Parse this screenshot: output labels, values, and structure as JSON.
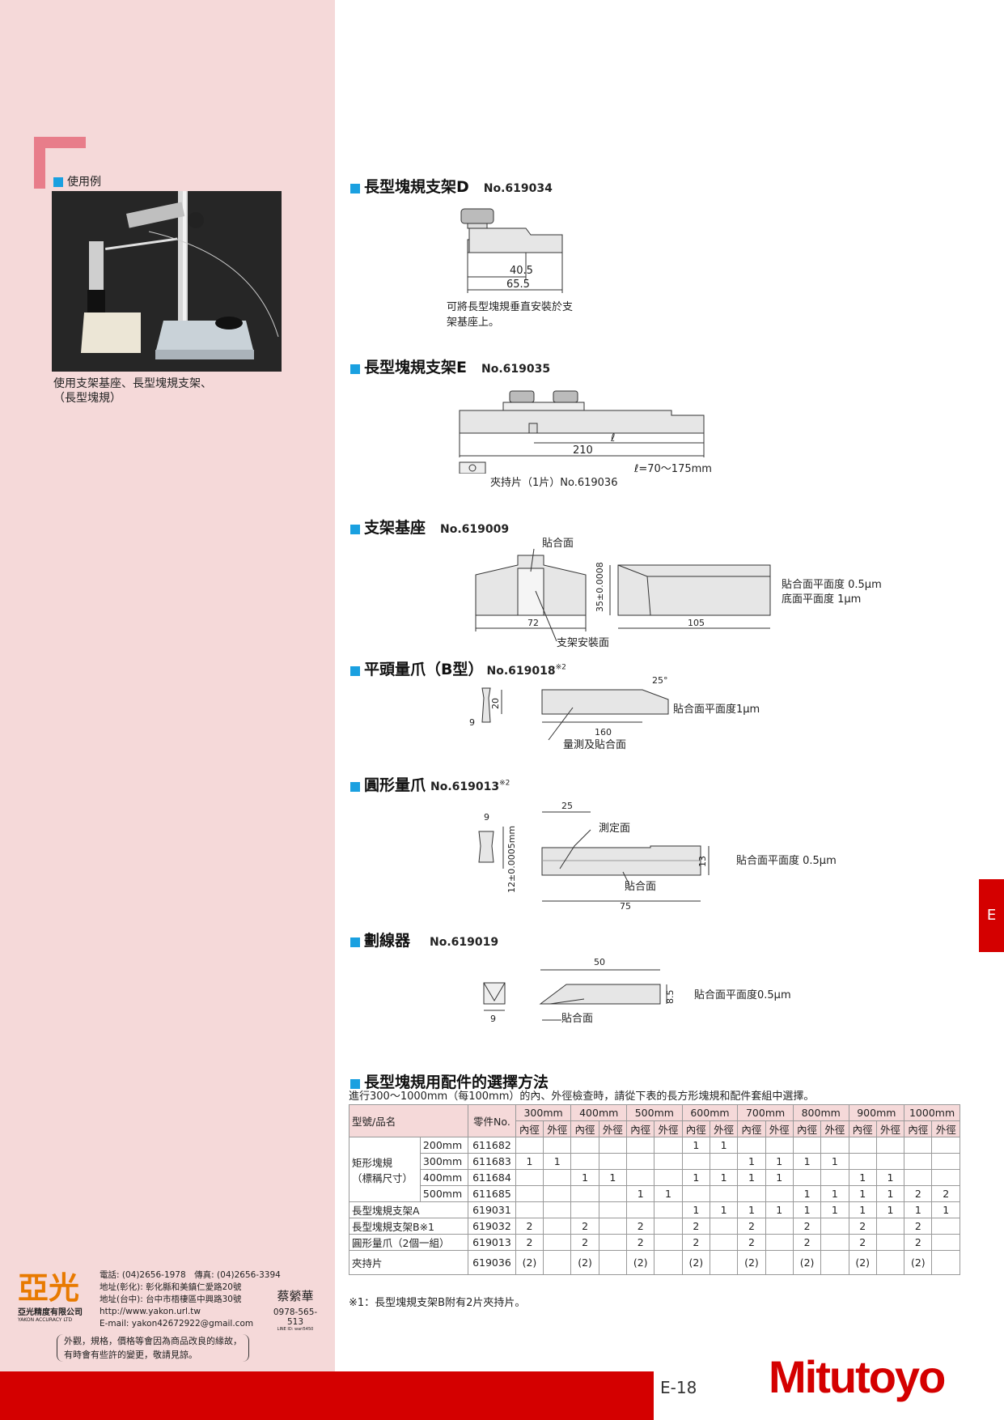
{
  "sidebar": {
    "usage_label": "使用例",
    "photo_caption_1": "使用支架基座、長型塊規支架、",
    "photo_caption_2": "（長型塊規）"
  },
  "sections": {
    "d": {
      "title": "長型塊規支架D",
      "no": "No.619034",
      "dim1": "40.5",
      "dim2": "65.5",
      "note1": "可將長型塊規垂直安裝於支",
      "note2": "架基座上。"
    },
    "e": {
      "title": "長型塊規支架E",
      "no": "No.619035",
      "dim1": "210",
      "dim_l": "ℓ",
      "range": "ℓ=70～175mm",
      "clip": "夾持片（1片）No.619036"
    },
    "base": {
      "title": "支架基座",
      "no": "No.619009",
      "top_lbl": "貼合面",
      "dim_w": "72",
      "dim_h": "35±0.0008",
      "dim_l": "105",
      "mount_lbl": "支架安裝面",
      "flat1": "貼合面平面度 0.5μm",
      "flat2": "底面平面度 1μm"
    },
    "flat_jaw": {
      "title": "平頭量爪（B型）",
      "no": "No.619018",
      "mark": "※2",
      "d9": "9",
      "d20": "20",
      "d160": "160",
      "angle": "25°",
      "flat": "貼合面平面度1μm",
      "meas": "量測及貼合面"
    },
    "round_jaw": {
      "title": "圓形量爪",
      "no": "No.619013",
      "mark": "※2",
      "d9": "9",
      "d25": "25",
      "d12": "12±0.0005mm",
      "d13": "13",
      "d75": "75",
      "meas_face": "測定面",
      "contact": "貼合面",
      "flat": "貼合面平面度 0.5μm"
    },
    "scriber": {
      "title": "劃線器",
      "no": "No.619019",
      "d9": "9",
      "d50": "50",
      "d85": "8.5",
      "contact": "貼合面",
      "flat": "貼合面平面度0.5μm"
    }
  },
  "selection": {
    "title": "長型塊規用配件的選擇方法",
    "desc": "進行300～1000mm（每100mm）的內、外徑檢查時，請從下表的長方形塊規和配件套組中選擇。",
    "col_name": "型號/品名",
    "col_part": "零件No.",
    "sizes": [
      "300mm",
      "400mm",
      "500mm",
      "600mm",
      "700mm",
      "800mm",
      "900mm",
      "1000mm"
    ],
    "sub_in": "內徑",
    "sub_out": "外徑",
    "group_name_1": "矩形塊規",
    "group_name_2": "（標稱尺寸）",
    "rows": [
      {
        "name": "200mm",
        "part": "611682",
        "cells": [
          "",
          "",
          "",
          "",
          "",
          "",
          "1",
          "1",
          "",
          "",
          "",
          "",
          "",
          "",
          "",
          ""
        ]
      },
      {
        "name": "300mm",
        "part": "611683",
        "cells": [
          "1",
          "1",
          "",
          "",
          "",
          "",
          "",
          "",
          "1",
          "1",
          "1",
          "1",
          "",
          "",
          "",
          ""
        ]
      },
      {
        "name": "400mm",
        "part": "611684",
        "cells": [
          "",
          "",
          "1",
          "1",
          "",
          "",
          "1",
          "1",
          "1",
          "1",
          "",
          "",
          "1",
          "1",
          "",
          ""
        ]
      },
      {
        "name": "500mm",
        "part": "611685",
        "cells": [
          "",
          "",
          "",
          "",
          "1",
          "1",
          "",
          "",
          "",
          "",
          "1",
          "1",
          "1",
          "1",
          "2",
          "2"
        ]
      },
      {
        "name": "長型塊規支架A",
        "part": "619031",
        "cells": [
          "",
          "",
          "",
          "",
          "",
          "",
          "1",
          "1",
          "1",
          "1",
          "1",
          "1",
          "1",
          "1",
          "1",
          "1"
        ]
      },
      {
        "name": "長型塊規支架B※1",
        "part": "619032",
        "cells": [
          "2",
          "",
          "2",
          "",
          "2",
          "",
          "2",
          "",
          "2",
          "",
          "2",
          "",
          "2",
          "",
          "2",
          ""
        ]
      },
      {
        "name": "圓形量爪（2個一組）",
        "part": "619013",
        "cells": [
          "2",
          "",
          "2",
          "",
          "2",
          "",
          "2",
          "",
          "2",
          "",
          "2",
          "",
          "2",
          "",
          "2",
          ""
        ]
      },
      {
        "name": "夾持片",
        "part": "619036",
        "cells": [
          "(2)",
          "",
          "(2)",
          "",
          "(2)",
          "",
          "(2)",
          "",
          "(2)",
          "",
          "(2)",
          "",
          "(2)",
          "",
          "(2)",
          ""
        ]
      }
    ],
    "footnote": "※1：長型塊規支架B附有2片夾持片。"
  },
  "dealer": {
    "logo_text": "亞光",
    "company": "亞光精度有限公司",
    "company_en": "YAKON ACCURACY LTD",
    "phone": "電話: (04)2656-1978　傳真: (04)2656-3394",
    "addr1": "地址(彰化): 彰化縣和美鎮仁愛路20號",
    "addr2": "地址(台中): 台中市梧棲區中興路30號",
    "web": "http://www.yakon.url.tw",
    "email": "E-mail: yakon42672922@gmail.com",
    "person": "蔡縈華",
    "mobile": "0978-565-513",
    "line": "LINE ID: wari5450",
    "disclaimer1": "外觀，規格，價格等會因為商品改良的緣故，",
    "disclaimer2": "有時會有些許的變更，敬請見諒。"
  },
  "footer": {
    "page": "E-18",
    "brand": "Mitutoyo",
    "tab": "E"
  },
  "colors": {
    "accent_blue": "#1aa0e0",
    "brand_red": "#d40000",
    "sidebar_pink": "#f5d9d9"
  }
}
